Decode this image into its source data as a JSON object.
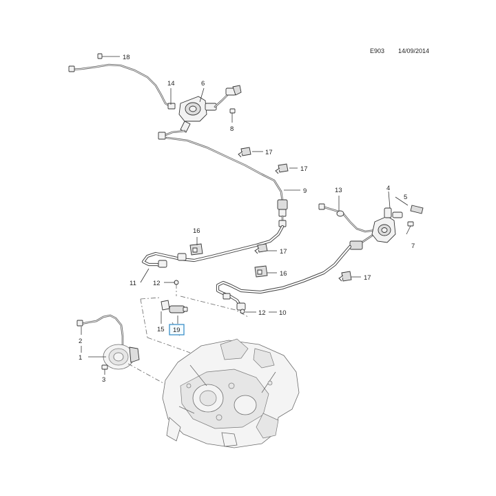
{
  "header": {
    "ref_code": "E903",
    "date": "14/09/2014"
  },
  "callouts": [
    {
      "id": "c18",
      "text": "18"
    },
    {
      "id": "c14",
      "text": "14"
    },
    {
      "id": "c6",
      "text": "6"
    },
    {
      "id": "c8",
      "text": "8"
    },
    {
      "id": "c17a",
      "text": "17"
    },
    {
      "id": "c17b",
      "text": "17"
    },
    {
      "id": "c9",
      "text": "9"
    },
    {
      "id": "c13",
      "text": "13"
    },
    {
      "id": "c4",
      "text": "4"
    },
    {
      "id": "c5",
      "text": "5"
    },
    {
      "id": "c7",
      "text": "7"
    },
    {
      "id": "c16a",
      "text": "16"
    },
    {
      "id": "c17c",
      "text": "17"
    },
    {
      "id": "c16b",
      "text": "16"
    },
    {
      "id": "c17d",
      "text": "17"
    },
    {
      "id": "c11",
      "text": "11"
    },
    {
      "id": "c12a",
      "text": "12"
    },
    {
      "id": "c15",
      "text": "15"
    },
    {
      "id": "c19",
      "text": "19",
      "highlighted": true
    },
    {
      "id": "c12b",
      "text": "12"
    },
    {
      "id": "c10",
      "text": "10"
    },
    {
      "id": "c2",
      "text": "2"
    },
    {
      "id": "c1",
      "text": "1"
    },
    {
      "id": "c3",
      "text": "3"
    }
  ],
  "colors": {
    "highlight_border": "#3a8fc8",
    "line": "#333333"
  }
}
